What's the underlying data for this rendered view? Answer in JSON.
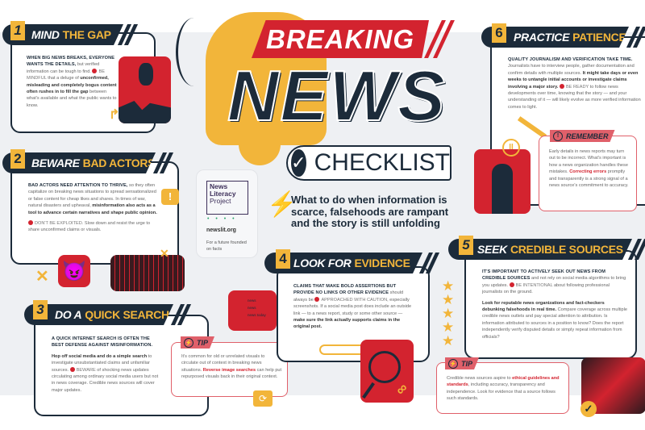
{
  "colors": {
    "navy": "#1c2b3a",
    "red": "#d3232f",
    "yellow": "#f2b53a",
    "pink": "#e0606a",
    "panel": "#eef0f3"
  },
  "title": {
    "breaking": "BREAKING",
    "news": "NEWS",
    "checklist": "CHECKLIST",
    "subtitle": "What to do when information is scarce, falsehoods are rampant and the story is still unfolding"
  },
  "logo": {
    "name_line1": "News",
    "name_line2": "Literacy",
    "name_line3": "Project",
    "url": "newslit.org",
    "tagline": "For a future founded on facts"
  },
  "s1": {
    "num": "1",
    "title_a": "MIND",
    "title_b": "THE GAP",
    "body": [
      "WHEN BIG NEWS BREAKS, EVERYONE WANTS THE DETAILS,",
      " but verified information can be tough to find. ",
      "BE MINDFUL",
      " that a deluge of ",
      "unconfirmed, misleading and completely bogus content often rushes in to fill the gap",
      " between what's available and what the public wants to know."
    ]
  },
  "s2": {
    "num": "2",
    "title_a": "BEWARE",
    "title_b": "BAD ACTORS",
    "body": [
      "BAD ACTORS NEED ATTENTION TO THRIVE,",
      " so they often capitalize on breaking news situations to spread sensationalized or false content for cheap likes and shares. In times of war, natural disasters and upheaval, ",
      "misinformation also acts as a tool to advance certain narratives and shape public opinion.",
      "DON'T BE EXPLOITED.",
      " Slow down and resist the urge to share unconfirmed claims or visuals."
    ]
  },
  "s3": {
    "num": "3",
    "title_a": "DO A",
    "title_b": "QUICK SEARCH",
    "body": [
      "A QUICK INTERNET SEARCH IS OFTEN THE BEST DEFENSE AGAINST MISINFORMATION.",
      "Hop off social media and do a simple search",
      " to investigate unsubstantiated claims and unfamiliar sources. ",
      "BEWARE",
      " of shocking news updates circulating among ordinary social media users but not in news coverage. Credible news sources will cover major updates."
    ]
  },
  "tip1": {
    "label": "TIP",
    "body": [
      "It's common for old or unrelated visuals to circulate out of context in breaking news situations. ",
      "Reverse image searches",
      " can help put repurposed visuals back in their original context."
    ]
  },
  "phone": {
    "items": [
      "news",
      "news",
      "news today"
    ]
  },
  "s4": {
    "num": "4",
    "title_a": "LOOK FOR",
    "title_b": "EVIDENCE",
    "body": [
      "CLAIMS THAT MAKE BOLD ASSERTIONS BUT PROVIDE NO LINKS OR OTHER EVIDENCE",
      " should always be ",
      "APPROACHED WITH CAUTION,",
      " especially screenshots. If a social media post does include an outside link — to a news report, study or some other source — ",
      "make sure the link actually supports claims in the original post."
    ]
  },
  "s5": {
    "num": "5",
    "title_a": "SEEK",
    "title_b": "CREDIBLE SOURCES",
    "body": [
      "IT'S IMPORTANT TO ACTIVELY SEEK OUT NEWS FROM CREDIBLE SOURCES",
      " and not rely on social media algorithms to bring you updates. ",
      "BE INTENTIONAL",
      " about following professional journalists on the ground.",
      "Look for reputable news organizations and fact-checkers debunking falsehoods in real time.",
      " Compare coverage across multiple credible news outlets and pay special attention to attribution. Is information attributed to sources in a position to know? Does the report independently verify disputed details or simply repeat information from officials?"
    ],
    "stars": 5
  },
  "tip2": {
    "label": "TIP",
    "body": [
      "Credible news sources aspire to ",
      "ethical guidelines and standards",
      ", including accuracy, transparency and independence. Look for evidence that a source follows such standards."
    ]
  },
  "s6": {
    "num": "6",
    "title_a": "PRACTICE",
    "title_b": "PATIENCE",
    "body": [
      "QUALITY JOURNALISM AND VERIFICATION TAKE TIME.",
      " Journalists have to interview people, gather documentation and confirm details with multiple sources. ",
      "It might take days or even weeks to untangle initial accounts or investigate claims involving a major story.",
      " ",
      "BE READY",
      " to follow news developments over time, knowing that the story — and your understanding of it — will likely evolve as more verified information comes to light."
    ]
  },
  "remember": {
    "label": "REMEMBER",
    "body": [
      "Early details in news reports may turn out to be incorrect. What's important is how a news organization handles these mistakes. ",
      "Correcting errors",
      " promptly and transparently is a strong signal of a news source's commitment to accuracy."
    ]
  }
}
